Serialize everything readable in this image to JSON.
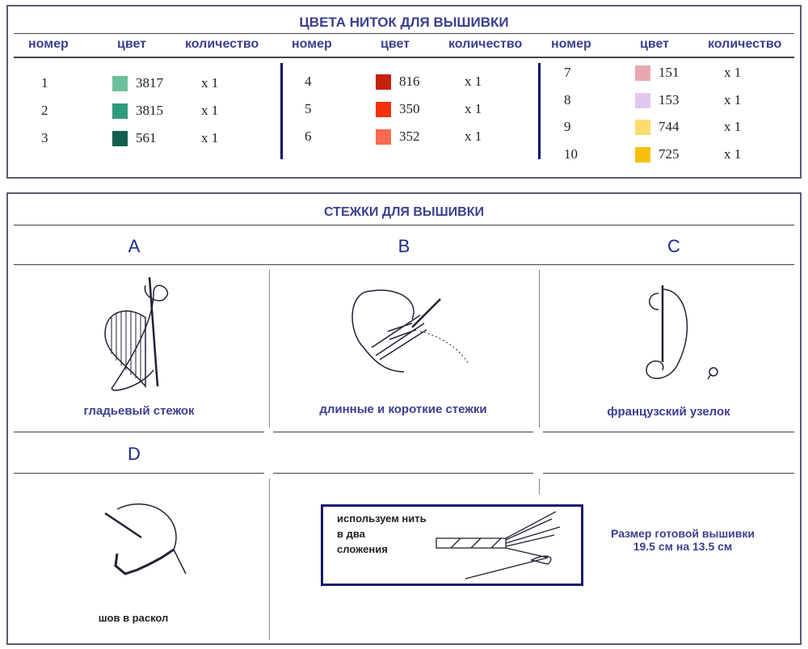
{
  "colors": {
    "title": "#3b3f8f"
  },
  "threads": {
    "title": "ЦВЕТА НИТОК ДЛЯ ВЫШИВКИ",
    "headers": [
      "номер",
      "цвет",
      "количество"
    ],
    "groups": [
      [
        {
          "n": "1",
          "code": "3817",
          "color": "#6cbf9c",
          "qty": "x 1"
        },
        {
          "n": "2",
          "code": "3815",
          "color": "#2f9b7a",
          "qty": "x 1"
        },
        {
          "n": "3",
          "code": "561",
          "color": "#145e4e",
          "qty": "x 1"
        }
      ],
      [
        {
          "n": "4",
          "code": "816",
          "color": "#c4220e",
          "qty": "x 1"
        },
        {
          "n": "5",
          "code": "350",
          "color": "#f5320a",
          "qty": "x 1"
        },
        {
          "n": "6",
          "code": "352",
          "color": "#fb6a4f",
          "qty": "x 1"
        }
      ],
      [
        {
          "n": "7",
          "code": "151",
          "color": "#e8a8b0",
          "qty": "x 1"
        },
        {
          "n": "8",
          "code": "153",
          "color": "#e2c8ee",
          "qty": "x 1"
        },
        {
          "n": "9",
          "code": "744",
          "color": "#fadd6e",
          "qty": "x 1"
        },
        {
          "n": "10",
          "code": "725",
          "color": "#f7bf0a",
          "qty": "x 1"
        }
      ]
    ]
  },
  "stitches": {
    "title": "СТЕЖКИ ДЛЯ ВЫШИВКИ",
    "A": {
      "letter": "A",
      "caption": "гладьевый стежок"
    },
    "B": {
      "letter": "B",
      "caption": "длинные и короткие стежки"
    },
    "C": {
      "letter": "C",
      "caption": "французский узелок"
    },
    "D": {
      "letter": "D",
      "caption": "шов в раскол"
    },
    "note": {
      "line1": "используем нить",
      "line2": "в два",
      "line3": "сложения"
    },
    "size": {
      "line1": "Размер готовой вышивки",
      "line2": "19.5 см на 13.5 см"
    }
  }
}
